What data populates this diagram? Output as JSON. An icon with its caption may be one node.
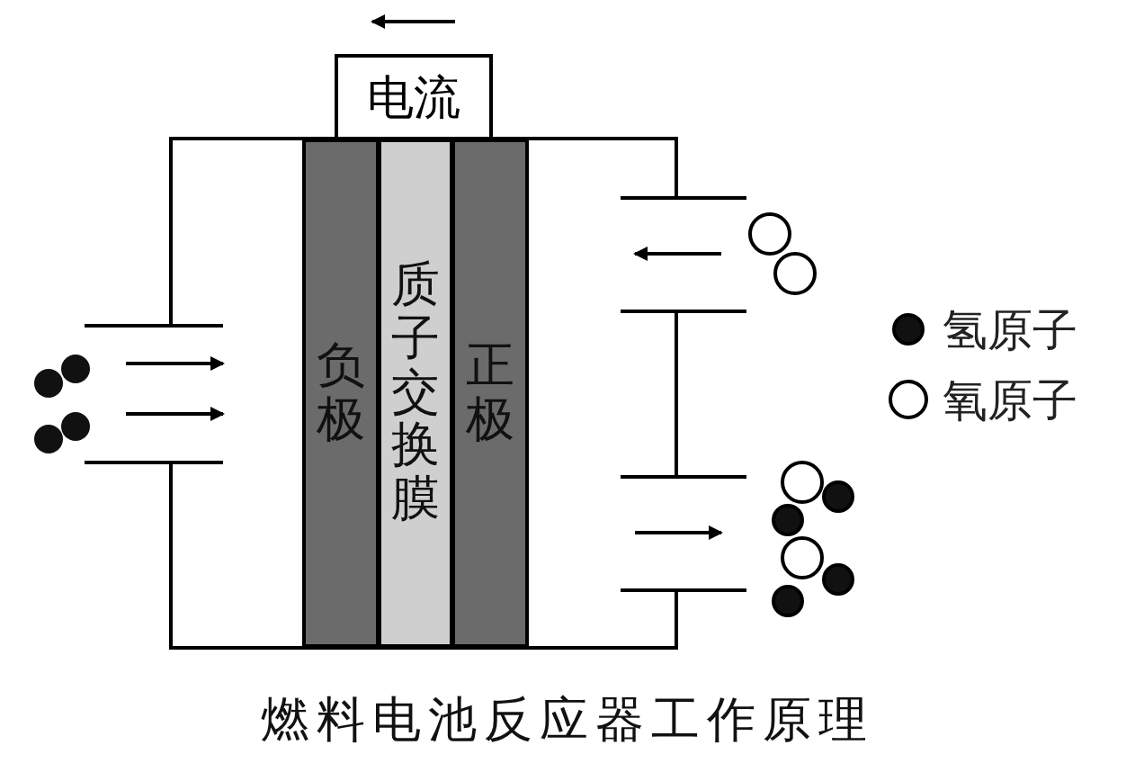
{
  "diagram": {
    "caption": "燃料电池反应器工作原理",
    "nodes": [
      {
        "text": [
          "电流"
        ]
      },
      {
        "text": [
          "负极"
        ]
      },
      {
        "text": [
          "质子交换膜"
        ]
      },
      {
        "text": [
          "正极"
        ]
      }
    ],
    "legend": [
      {
        "text": "氢原子"
      },
      {
        "text": "氧原子"
      }
    ]
  }
}
